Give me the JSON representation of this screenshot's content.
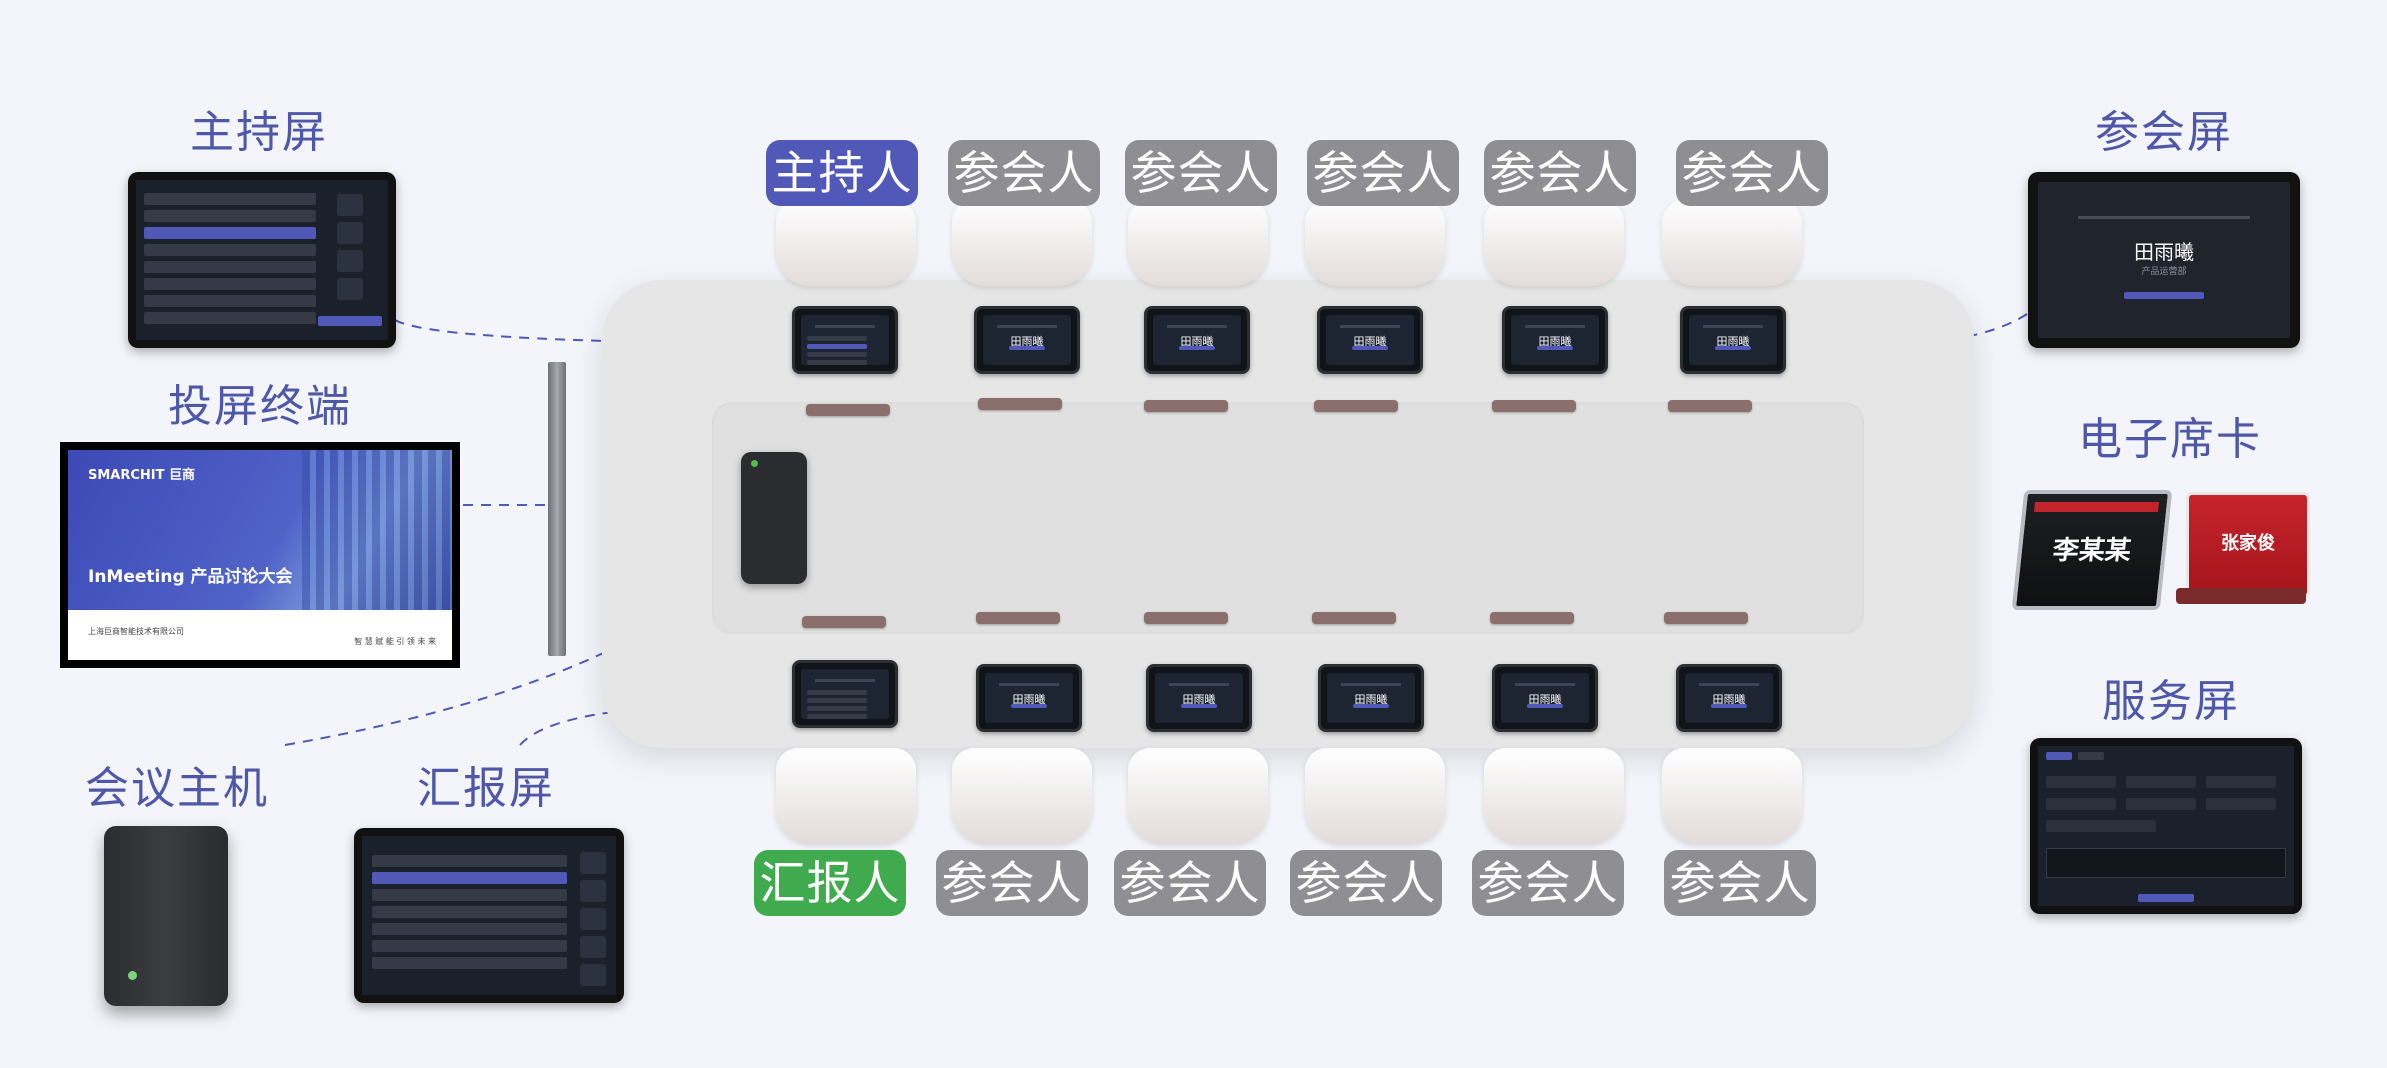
{
  "labels": {
    "host_screen": "主持屏",
    "cast_terminal": "投屏终端",
    "meeting_host": "会议主机",
    "report_screen": "汇报屏",
    "attendee_screen": "参会屏",
    "e_name_card": "电子席卡",
    "service_screen": "服务屏"
  },
  "seats": {
    "top": [
      "主持人",
      "参会人",
      "参会人",
      "参会人",
      "参会人",
      "参会人"
    ],
    "bottom": [
      "汇报人",
      "参会人",
      "参会人",
      "参会人",
      "参会人",
      "参会人"
    ]
  },
  "tablet_name": "田雨曦",
  "attendee_screen": {
    "name": "田雨曦",
    "sub": "产品运营部"
  },
  "cast_terminal": {
    "brand": "SMARCHIT 巨商",
    "headline": "InMeeting 产品讨论大会",
    "company": "上海巨商智能技术有限公司",
    "tagline": "智 慧 赋 能 引 领 未 来"
  },
  "name_cards": {
    "card1": "李某某",
    "card2": "张家俊"
  },
  "colors": {
    "accent": "#5059b8",
    "reporter": "#3fab4e",
    "attendee_chip": "#8f8f93",
    "title": "#4f58a8"
  }
}
